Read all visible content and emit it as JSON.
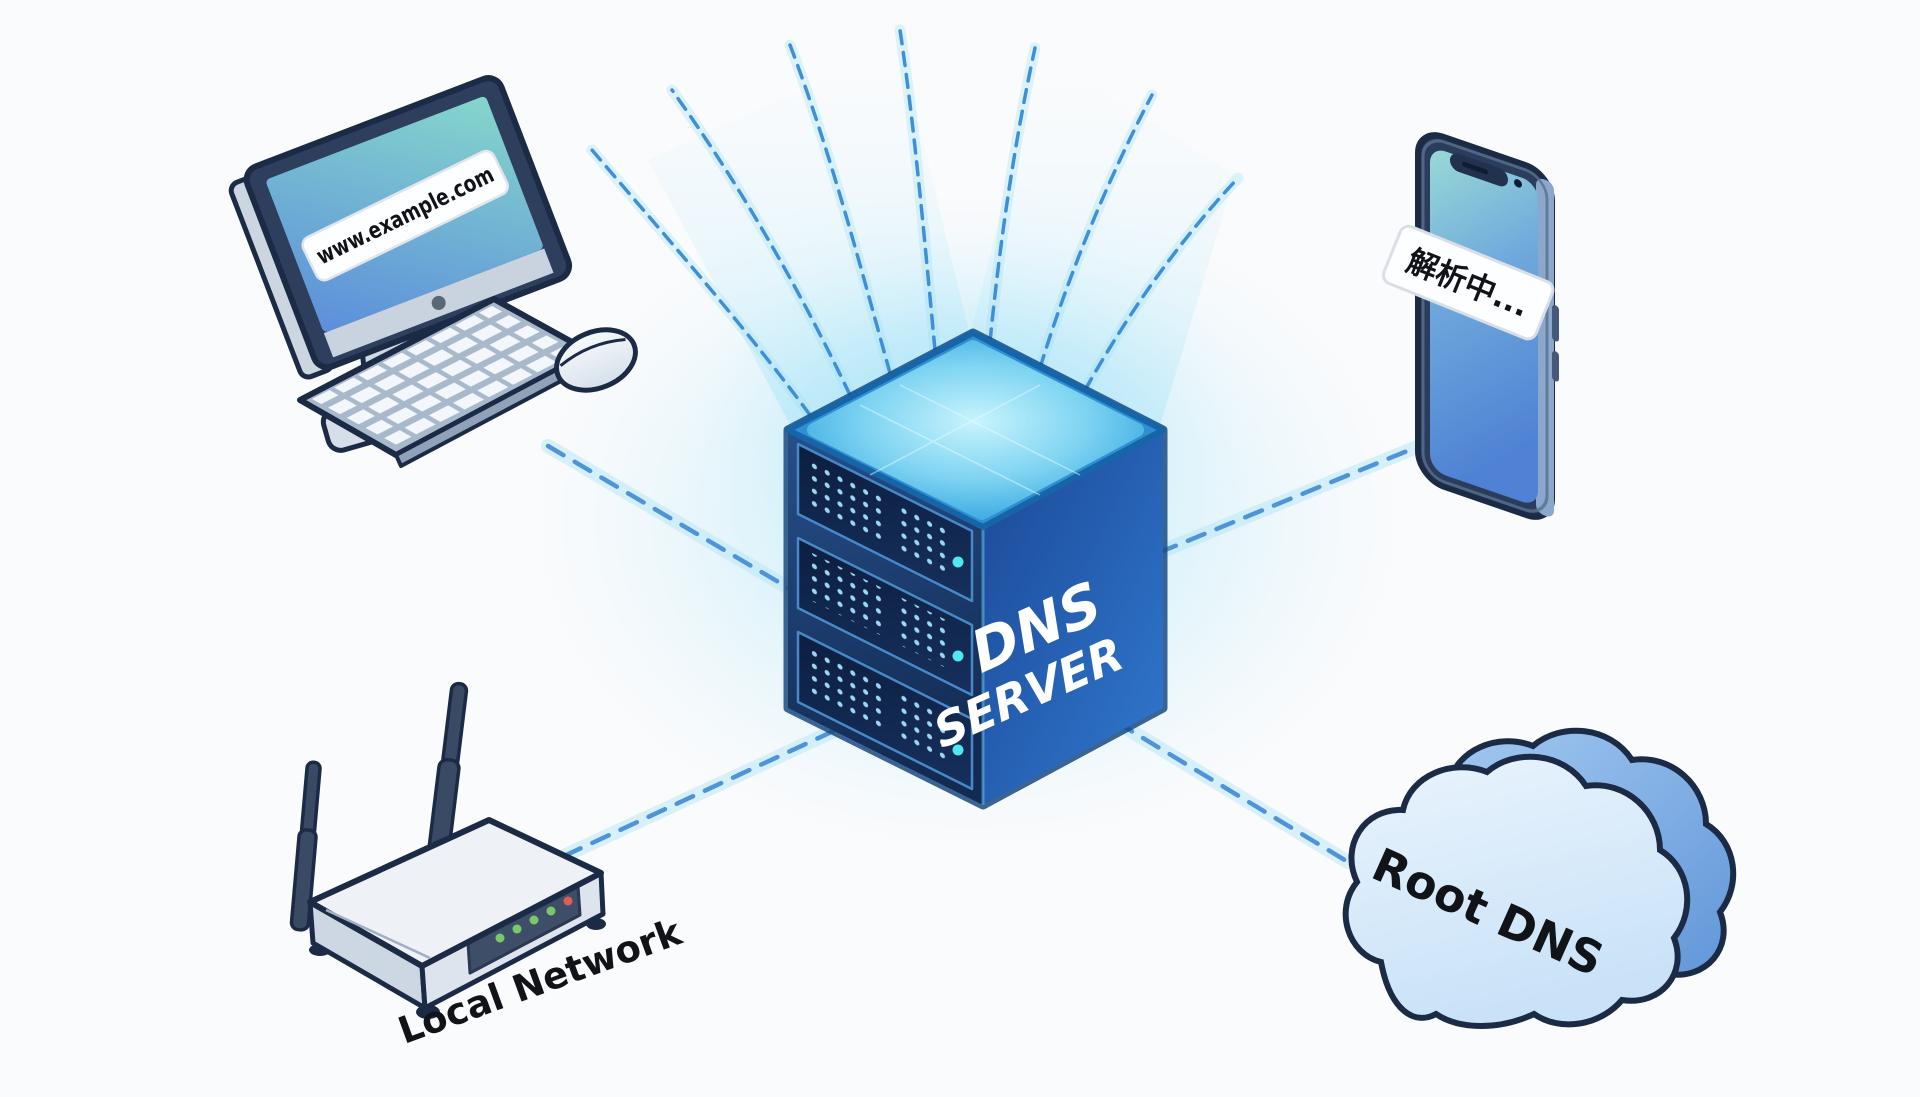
{
  "diagram": {
    "title": "DNS resolution illustration",
    "type": "network-diagram"
  },
  "nodes": {
    "computer": {
      "name": "desktop-computer",
      "screen_label": "www.example.com"
    },
    "phone": {
      "name": "smartphone",
      "screen_label": "解析中..."
    },
    "dns_server": {
      "name": "dns-server",
      "label_line1": "DNS",
      "label_line2": "SERVER"
    },
    "router": {
      "name": "local-network-router",
      "label": "Local Network"
    },
    "root_dns": {
      "name": "root-dns-cloud",
      "label": "Root DNS"
    }
  },
  "connections": [
    {
      "from": "desktop-computer",
      "to": "dns-server",
      "style": "dashed"
    },
    {
      "from": "local-network-router",
      "to": "dns-server",
      "style": "dashed"
    },
    {
      "from": "smartphone",
      "to": "dns-server",
      "style": "dashed"
    },
    {
      "from": "dns-server",
      "to": "root-dns-cloud",
      "style": "dashed"
    }
  ],
  "signal_rays": {
    "count": 7,
    "style": "dashed-curved",
    "origin": "dns-server-top"
  },
  "colors": {
    "background": "#fafbfc",
    "dash_line": "#4f93d9",
    "glow": "#7fd8f4",
    "server_left_face": "#16305e",
    "server_right_face": "#2a6fc4",
    "server_top_glow": "#aeeffb",
    "cloud_fill": "#d9eafb",
    "cloud_side": "#6b9fe0",
    "led_green": "#79c96a",
    "led_red": "#d95f57",
    "outline_navy": "#1c2b45"
  }
}
